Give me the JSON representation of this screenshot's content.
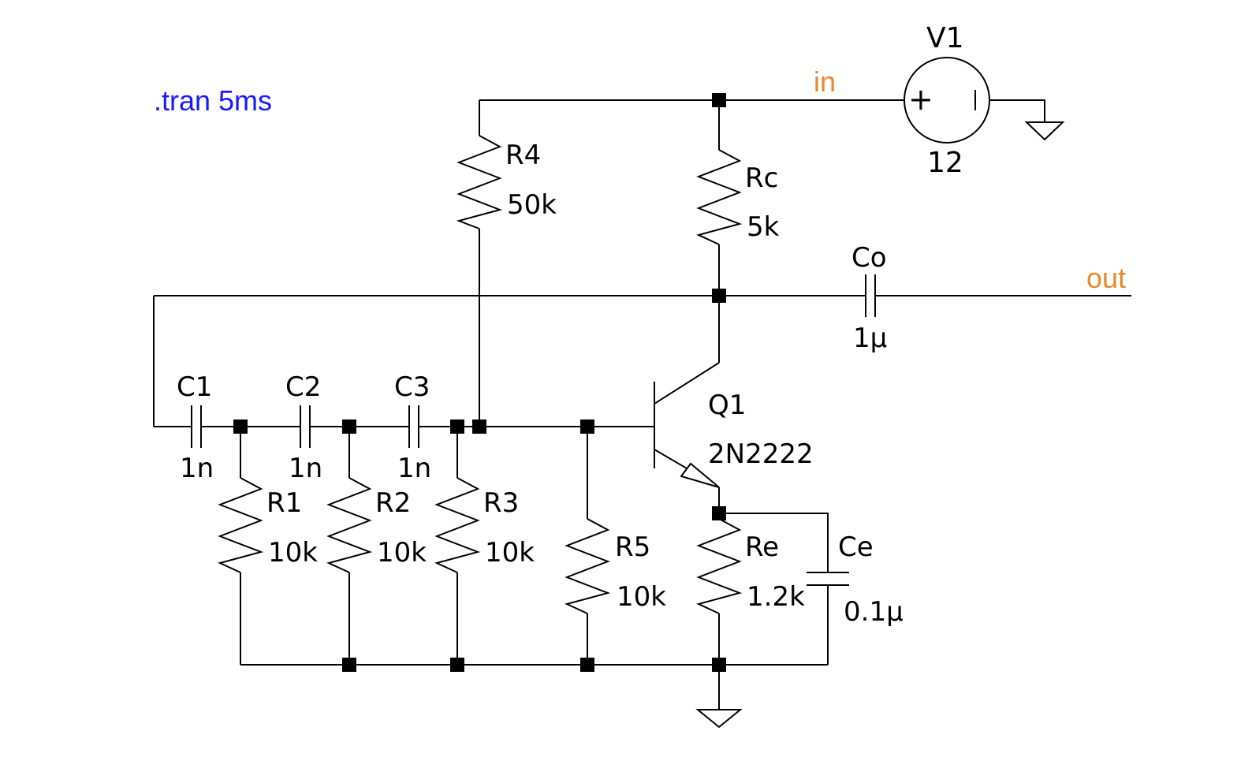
{
  "directive": ".tran 5ms",
  "colors": {
    "directive": "#1a1aff",
    "net_label": "#e8892b",
    "wire": "#000000"
  },
  "nets": {
    "in": "in",
    "out": "out"
  },
  "source": {
    "name": "V1",
    "value": "12",
    "plus": "+"
  },
  "components": {
    "R4": {
      "name": "R4",
      "value": "50k"
    },
    "Rc": {
      "name": "Rc",
      "value": "5k"
    },
    "Co": {
      "name": "Co",
      "value": "1µ"
    },
    "C1": {
      "name": "C1",
      "value": "1n"
    },
    "C2": {
      "name": "C2",
      "value": "1n"
    },
    "C3": {
      "name": "C3",
      "value": "1n"
    },
    "R1": {
      "name": "R1",
      "value": "10k"
    },
    "R2": {
      "name": "R2",
      "value": "10k"
    },
    "R3": {
      "name": "R3",
      "value": "10k"
    },
    "R5": {
      "name": "R5",
      "value": "10k"
    },
    "Q1": {
      "name": "Q1",
      "value": "2N2222"
    },
    "Re": {
      "name": "Re",
      "value": "1.2k"
    },
    "Ce": {
      "name": "Ce",
      "value": "0.1µ"
    }
  }
}
